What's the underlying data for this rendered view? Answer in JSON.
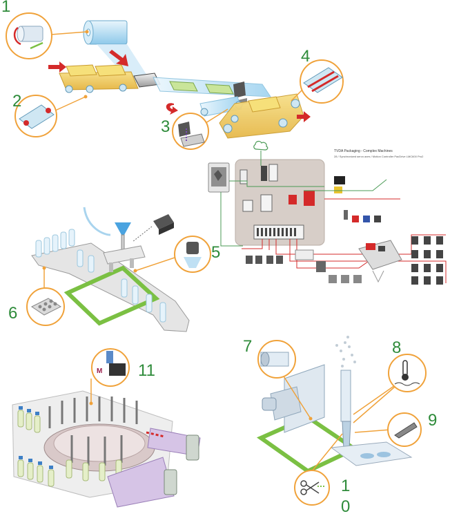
{
  "callouts": {
    "n1": "1",
    "n2": "2",
    "n3": "3",
    "n4": "4",
    "n5": "5",
    "n6": "6",
    "n7": "7",
    "n8": "8",
    "n9": "9",
    "n10_top": "1",
    "n10_bottom": "0",
    "n11": "11"
  },
  "panel": {
    "title_line1": "TVDA Packaging - Complex Machines",
    "title_line2": "28 / Synchronized servo axes / Motion Controller PacDrive LMC600 Pro2"
  },
  "colors": {
    "callout_ring": "#f0a23a",
    "number_green": "#2e8b3a",
    "conveyor_green": "#7bc043",
    "arrow_red": "#d42a2a",
    "cabinet_grey": "#d7cec8",
    "belt_blue": "#bfe0f4"
  }
}
